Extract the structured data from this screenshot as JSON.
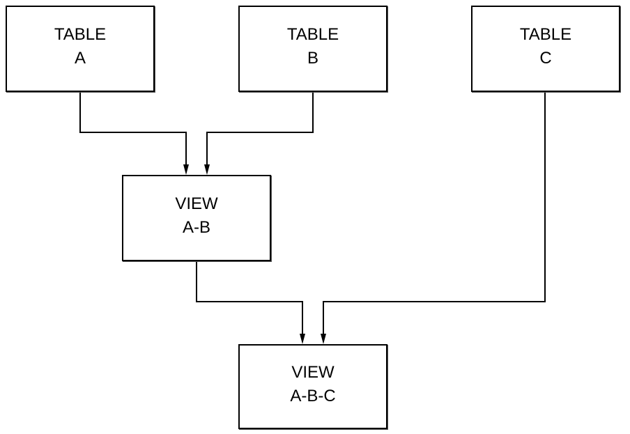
{
  "diagram": {
    "nodes": [
      {
        "id": "table-a",
        "line1": "TABLE",
        "line2": "A"
      },
      {
        "id": "table-b",
        "line1": "TABLE",
        "line2": "B"
      },
      {
        "id": "table-c",
        "line1": "TABLE",
        "line2": "C"
      },
      {
        "id": "view-ab",
        "line1": "VIEW",
        "line2": "A-B"
      },
      {
        "id": "view-abc",
        "line1": "VIEW",
        "line2": "A-B-C"
      }
    ],
    "edges": [
      {
        "from": "table-a",
        "to": "view-ab"
      },
      {
        "from": "table-b",
        "to": "view-ab"
      },
      {
        "from": "view-ab",
        "to": "view-abc"
      },
      {
        "from": "table-c",
        "to": "view-abc"
      }
    ],
    "colors": {
      "stroke": "#000000",
      "background": "#ffffff"
    }
  }
}
